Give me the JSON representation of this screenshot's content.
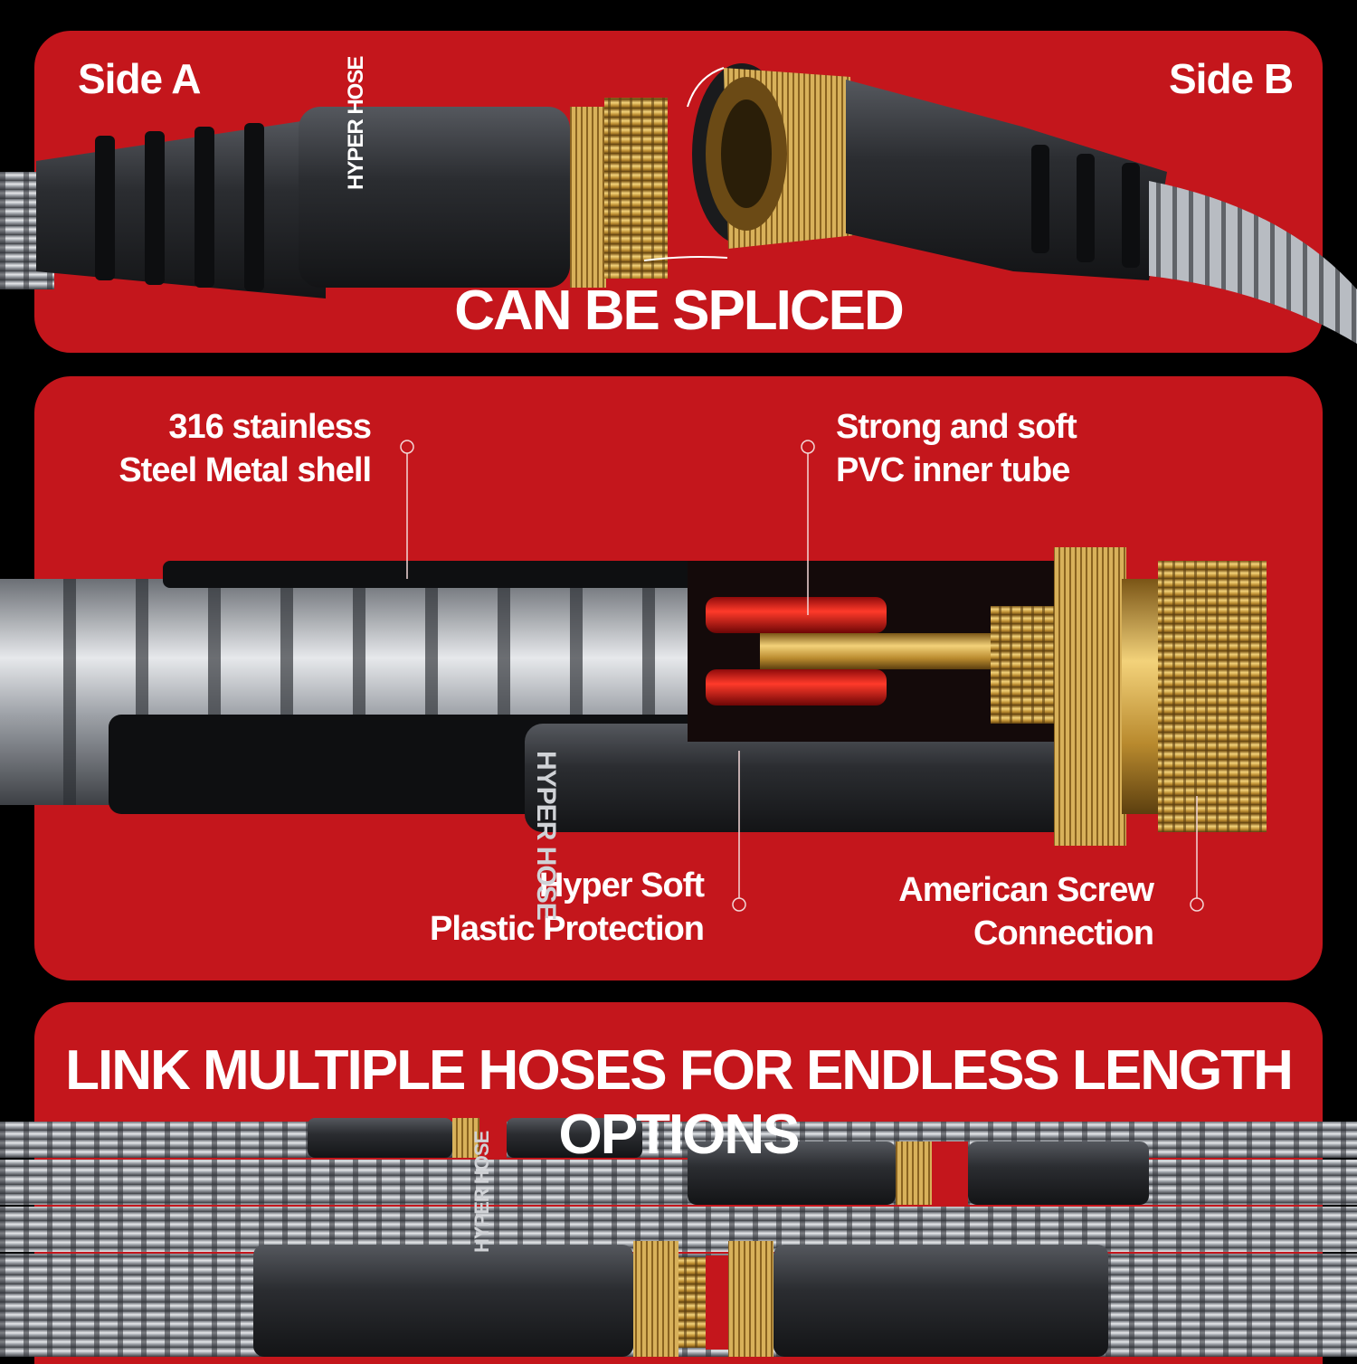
{
  "panel_top": {
    "side_a": "Side A",
    "side_b": "Side B",
    "headline": "CAN BE SPLICED",
    "logo_text": "HYPER HOSE"
  },
  "panel_middle": {
    "callouts": [
      {
        "line1": "316 stainless",
        "line2": "Steel Metal shell"
      },
      {
        "line1": "Strong and soft",
        "line2": "PVC inner tube"
      },
      {
        "line1": "Hyper Soft",
        "line2": "Plastic Protection"
      },
      {
        "line1": "American Screw",
        "line2": "Connection"
      }
    ],
    "logo_text": "HYPER HOSE"
  },
  "panel_bottom": {
    "headline": "LINK MULTIPLE HOSES FOR ENDLESS LENGTH OPTIONS",
    "logo_text": "HYPER HOSE"
  },
  "colors": {
    "brand_red": "#c4161c",
    "brass": "#c9a24a",
    "steel": "#b8bcc2",
    "collar": "#2a2c30"
  }
}
